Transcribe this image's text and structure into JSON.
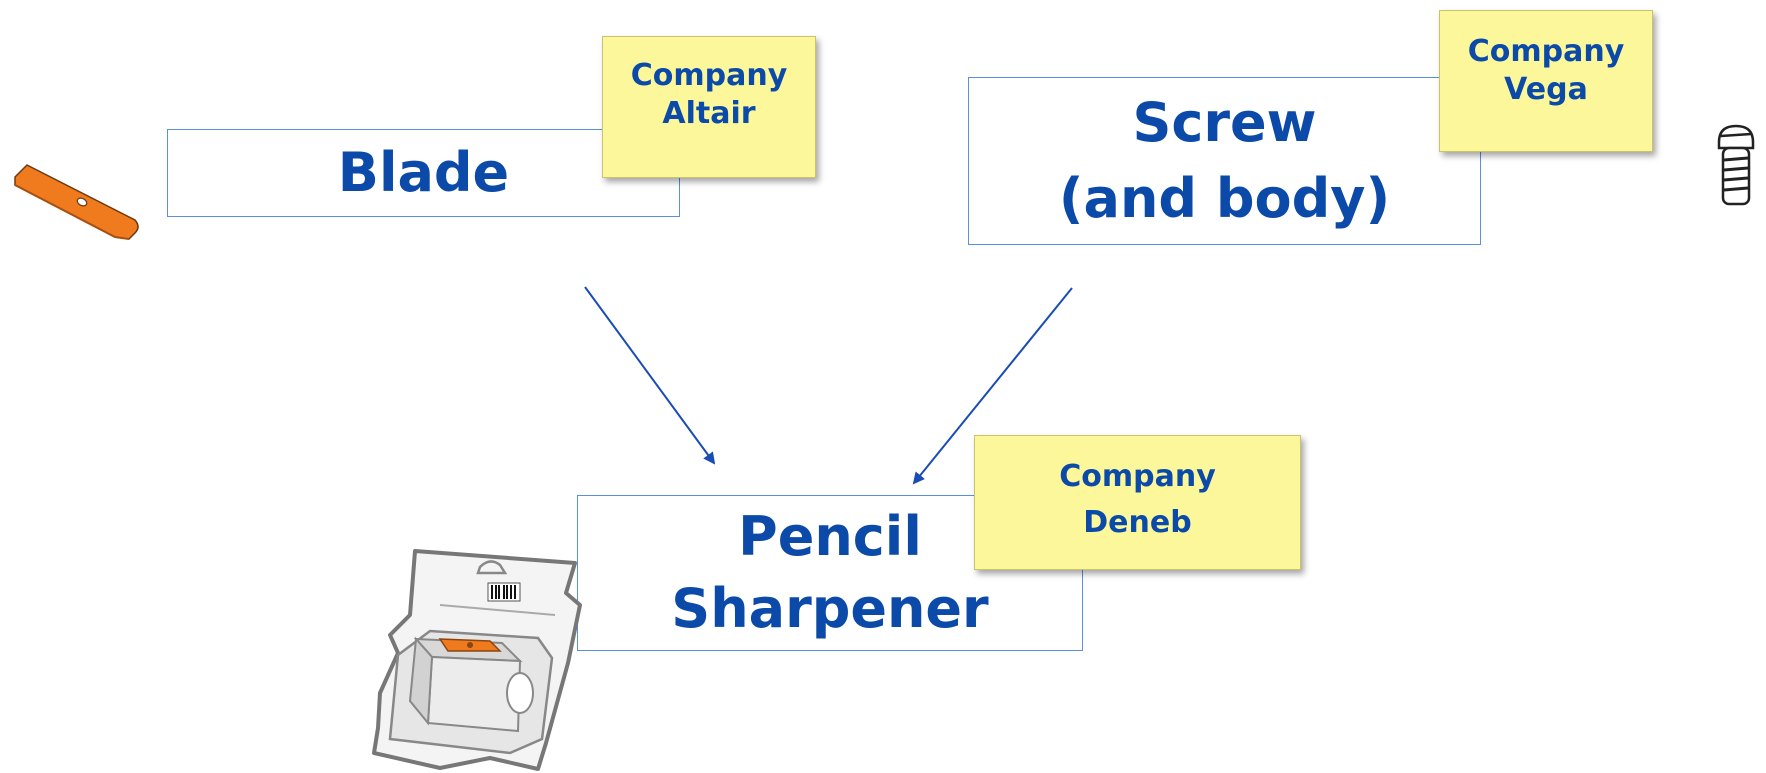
{
  "nodes": {
    "blade": {
      "label": "Blade",
      "company_line1": "Company",
      "company_line2": "Altair"
    },
    "screw": {
      "label_line1": "Screw",
      "label_line2": "(and body)",
      "company_line1": "Company",
      "company_line2": "Vega"
    },
    "sharpener": {
      "label_line1": "Pencil",
      "label_line2": "Sharpener",
      "company_line1": "Company",
      "company_line2": "Deneb"
    }
  },
  "edges": [
    {
      "from": "blade",
      "to": "sharpener"
    },
    {
      "from": "screw",
      "to": "sharpener"
    }
  ],
  "colors": {
    "text": "#0b4aa8",
    "box_border": "#5b8fe0",
    "note_fill": "#fbf79a",
    "arrow": "#1a4db3",
    "blade_orange": "#f07a1e"
  },
  "icons": [
    "blade-icon",
    "screw-icon",
    "pencil-sharpener-package-icon"
  ]
}
